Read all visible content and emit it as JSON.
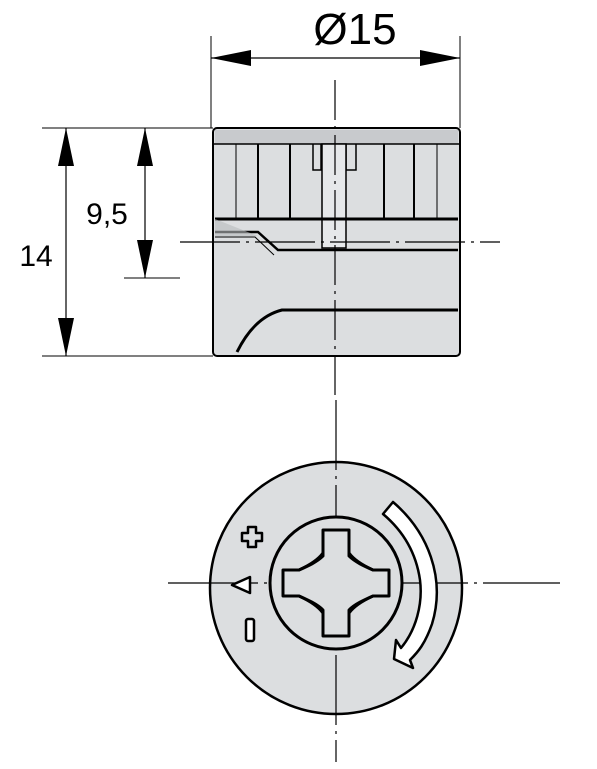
{
  "dimensions": {
    "diameter": "Ø15",
    "height_total": "14",
    "height_partial": "9,5"
  },
  "symbols": {
    "lock": "+",
    "unlock": "I",
    "pointer": "triangle-pointer-icon",
    "rotation": "curved-rotation-arrow-icon",
    "drive": "phillips-cross-icon"
  },
  "colors": {
    "body_fill": "#dcdee0",
    "top_band": "#c8cacd",
    "line": "#000000",
    "background": "#ffffff"
  }
}
